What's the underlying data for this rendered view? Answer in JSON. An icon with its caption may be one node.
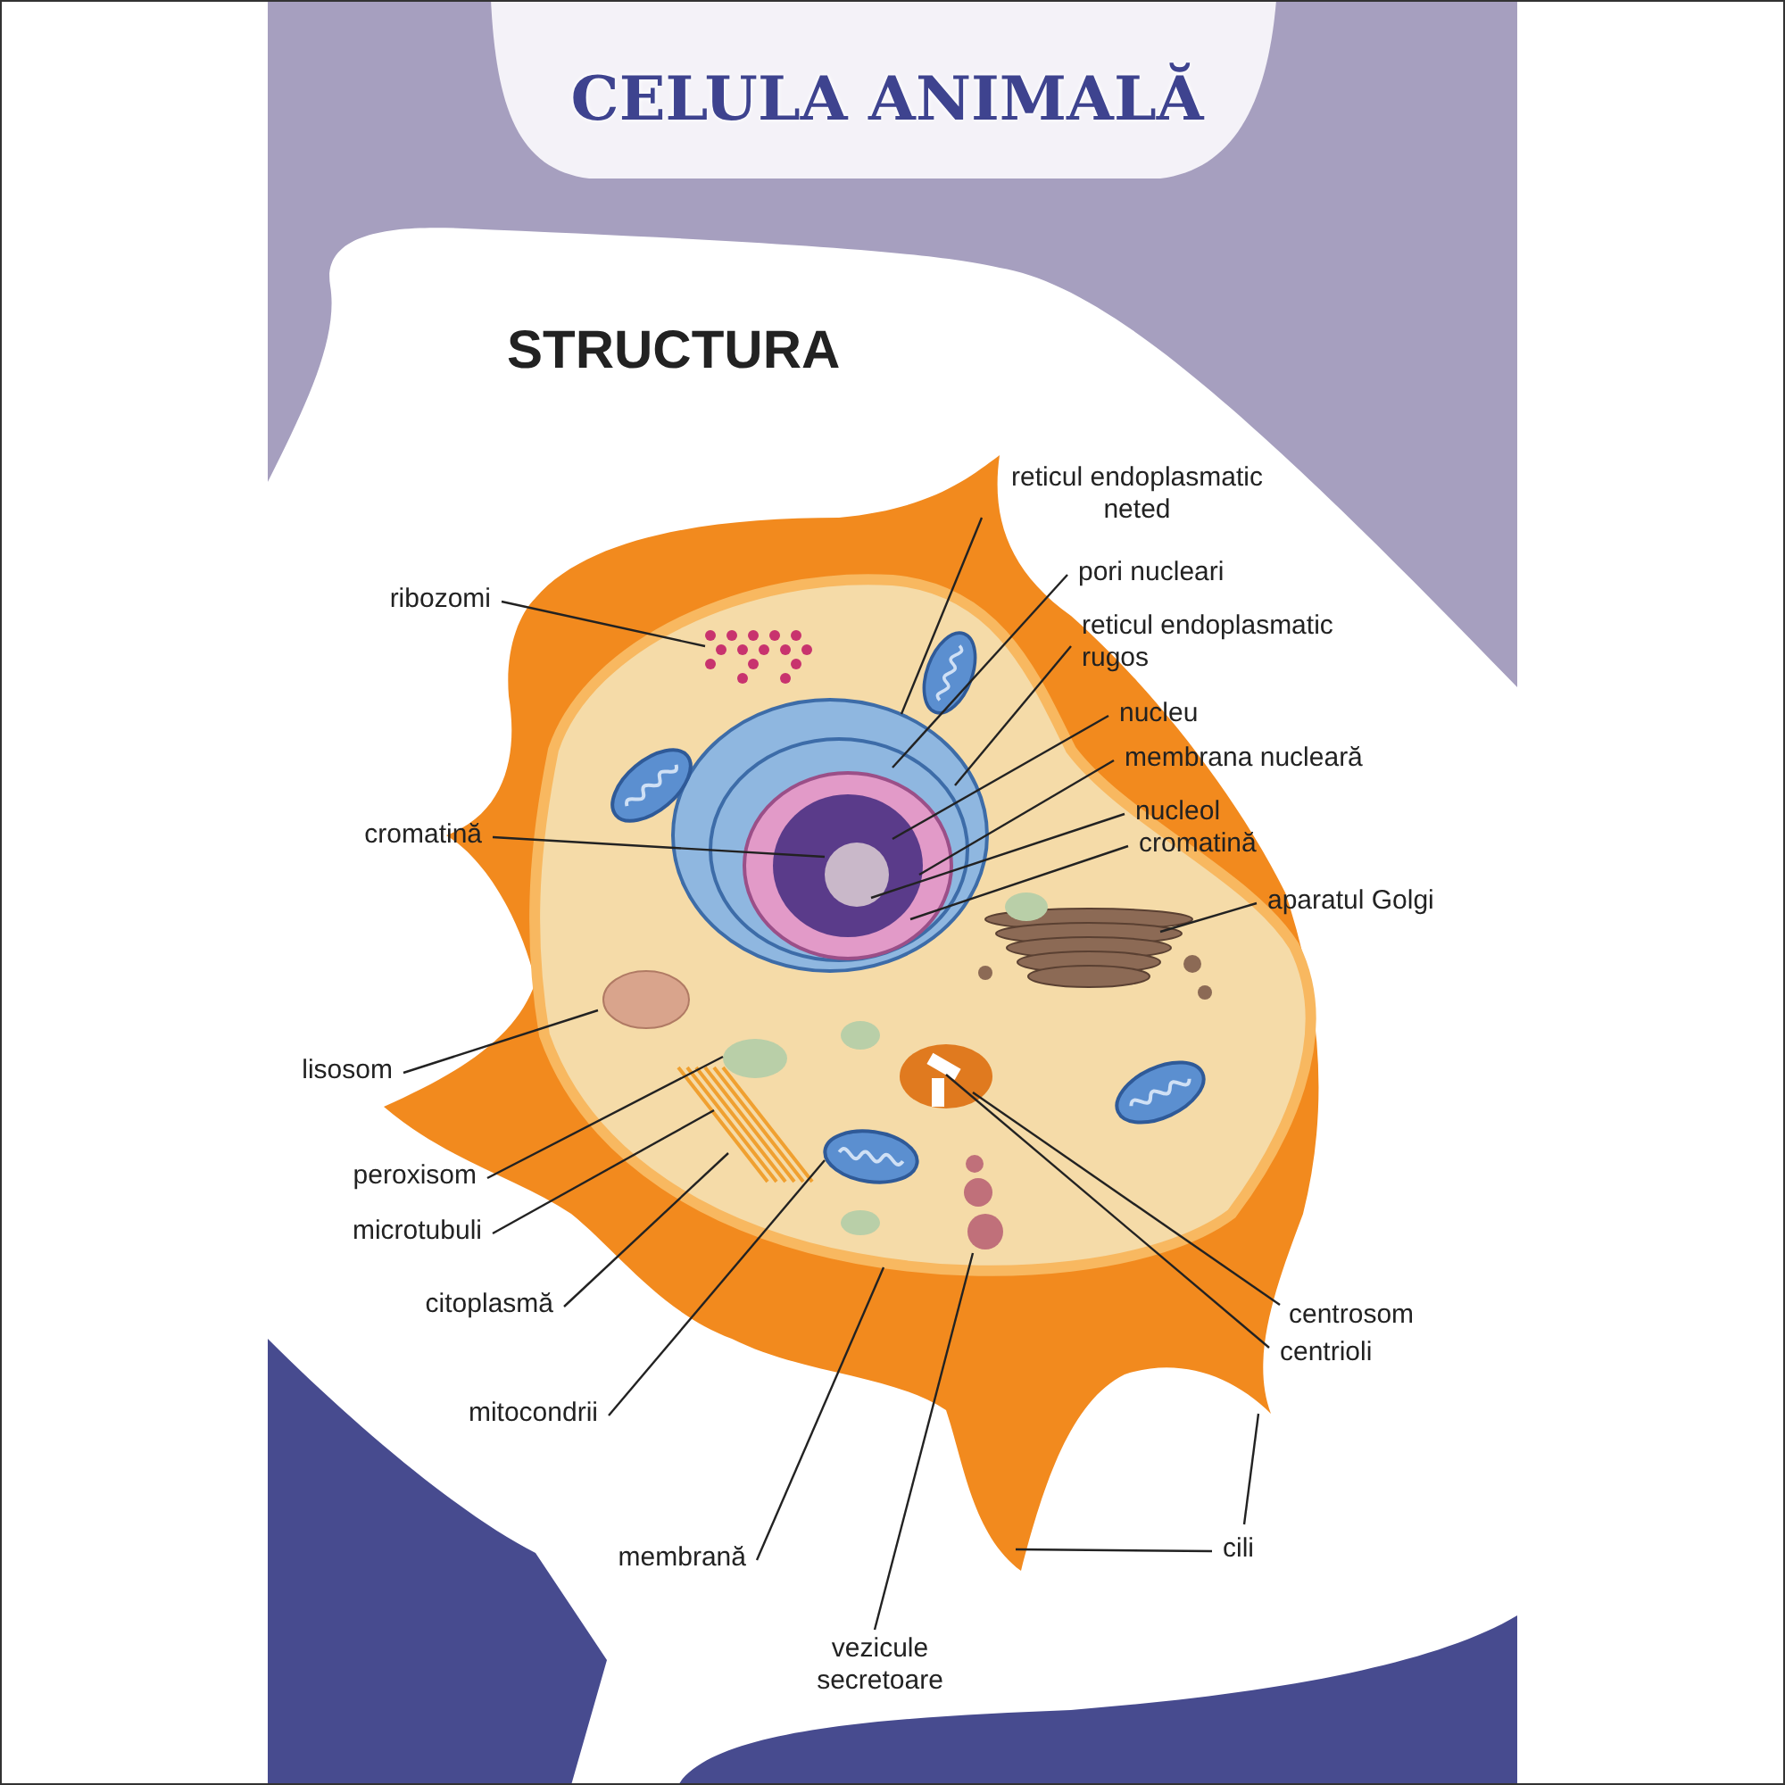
{
  "diagram": {
    "title": "CELULA ANIMALĂ",
    "nodes": [
      {
        "text": [
          "reticul endoplasmatic neted"
        ]
      },
      {
        "text": [
          "pori nucleari"
        ]
      },
      {
        "text": [
          "ribozomi"
        ]
      },
      {
        "text": [
          "reticul endoplasmatic rugos"
        ]
      },
      {
        "text": [
          "nucleu"
        ]
      },
      {
        "text": [
          "membrana nucleară"
        ]
      },
      {
        "text": [
          "nucleol"
        ]
      },
      {
        "text": [
          "cromatină"
        ]
      },
      {
        "text": [
          "cromatină"
        ]
      },
      {
        "text": [
          "aparatul Golgi"
        ]
      },
      {
        "text": [
          "lisosom"
        ]
      },
      {
        "text": [
          "peroxisom"
        ]
      },
      {
        "text": [
          "microtubuli"
        ]
      },
      {
        "text": [
          "citoplasmă"
        ]
      },
      {
        "text": [
          "centrosom"
        ]
      },
      {
        "text": [
          "centrioli"
        ]
      },
      {
        "text": [
          "mitocondrii"
        ]
      },
      {
        "text": [
          "cili"
        ]
      },
      {
        "text": [
          "membrană"
        ]
      },
      {
        "text": [
          "vezicule secretoare"
        ]
      }
    ],
    "edges": [
      {
        "from": 0,
        "to": null,
        "arrow": "none"
      },
      {
        "from": 1,
        "to": null,
        "arrow": "none"
      },
      {
        "from": 2,
        "to": null,
        "arrow": "none"
      },
      {
        "from": 3,
        "to": null,
        "arrow": "none"
      },
      {
        "from": 4,
        "to": null,
        "arrow": "none"
      },
      {
        "from": 5,
        "to": null,
        "arrow": "none"
      },
      {
        "from": 6,
        "to": null,
        "arrow": "none"
      },
      {
        "from": 7,
        "to": null,
        "arrow": "none"
      },
      {
        "from": 8,
        "to": null,
        "arrow": "none"
      },
      {
        "from": 9,
        "to": null,
        "arrow": "none"
      },
      {
        "from": 10,
        "to": null,
        "arrow": "none"
      },
      {
        "from": 11,
        "to": null,
        "arrow": "none"
      },
      {
        "from": 12,
        "to": null,
        "arrow": "none"
      },
      {
        "from": 13,
        "to": null,
        "arrow": "none"
      },
      {
        "from": 14,
        "to": null,
        "arrow": "none"
      },
      {
        "from": 15,
        "to": null,
        "arrow": "none"
      },
      {
        "from": 16,
        "to": null,
        "arrow": "none"
      },
      {
        "from": 17,
        "to": null,
        "arrow": "none"
      },
      {
        "from": 17,
        "to": null,
        "arrow": "none"
      },
      {
        "from": 18,
        "to": null,
        "arrow": "none"
      },
      {
        "from": 19,
        "to": null,
        "arrow": "none"
      }
    ],
    "labels": [
      "STRUCTURA"
    ]
  }
}
